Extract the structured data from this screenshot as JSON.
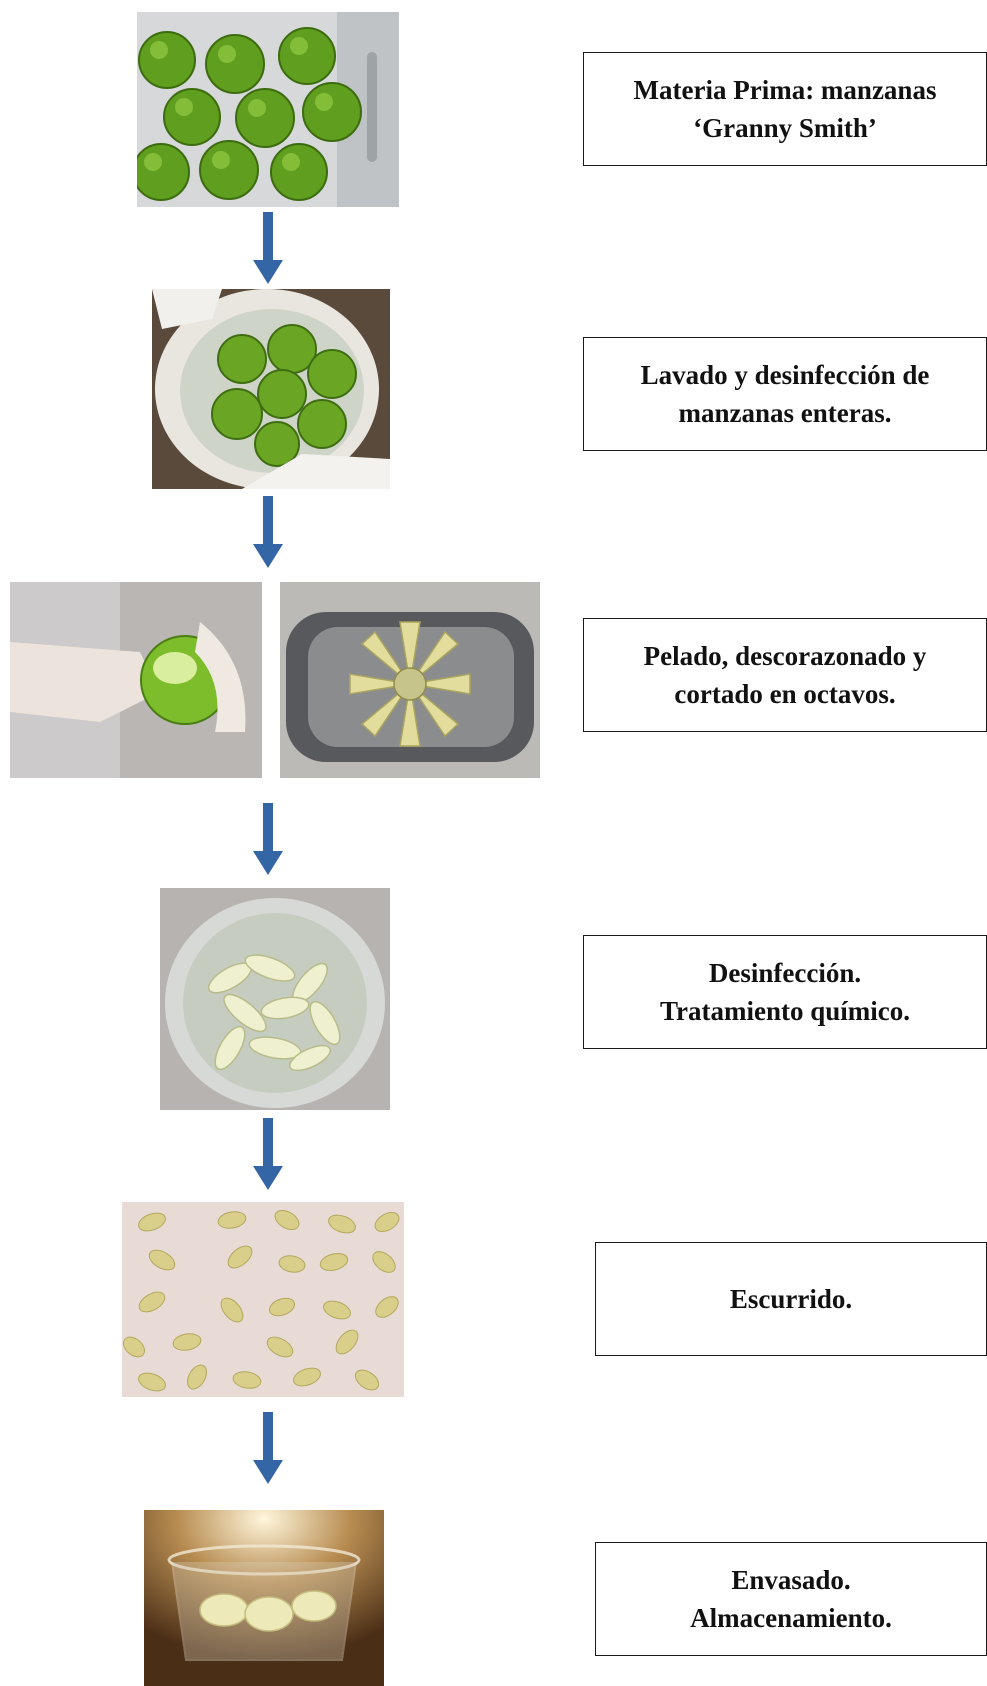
{
  "colors": {
    "arrow": "#3465a4",
    "box_border": "#1a1a1a",
    "text": "#111111",
    "apple_green": "#7cb82f"
  },
  "steps": [
    {
      "lines": [
        "Materia Prima: manzanas",
        "‘Granny Smith’"
      ],
      "photo": "whole green apples on a cutting board"
    },
    {
      "lines": [
        "Lavado y desinfección de",
        "manzanas enteras."
      ],
      "photo": "apples being washed in a bowl"
    },
    {
      "lines": [
        "Pelado, descorazonado y",
        "cortado en octavos."
      ],
      "photo": "peeling an apple and apple corer cutting into eighths"
    },
    {
      "lines": [
        "Desinfección.",
        "Tratamiento químico."
      ],
      "photo": "apple slices in a bowl"
    },
    {
      "lines": [
        "Escurrido."
      ],
      "photo": "apple slices draining on a tray"
    },
    {
      "lines": [
        "Envasado.",
        "Almacenamiento."
      ],
      "photo": "apple slices packaged in a plastic container"
    }
  ]
}
